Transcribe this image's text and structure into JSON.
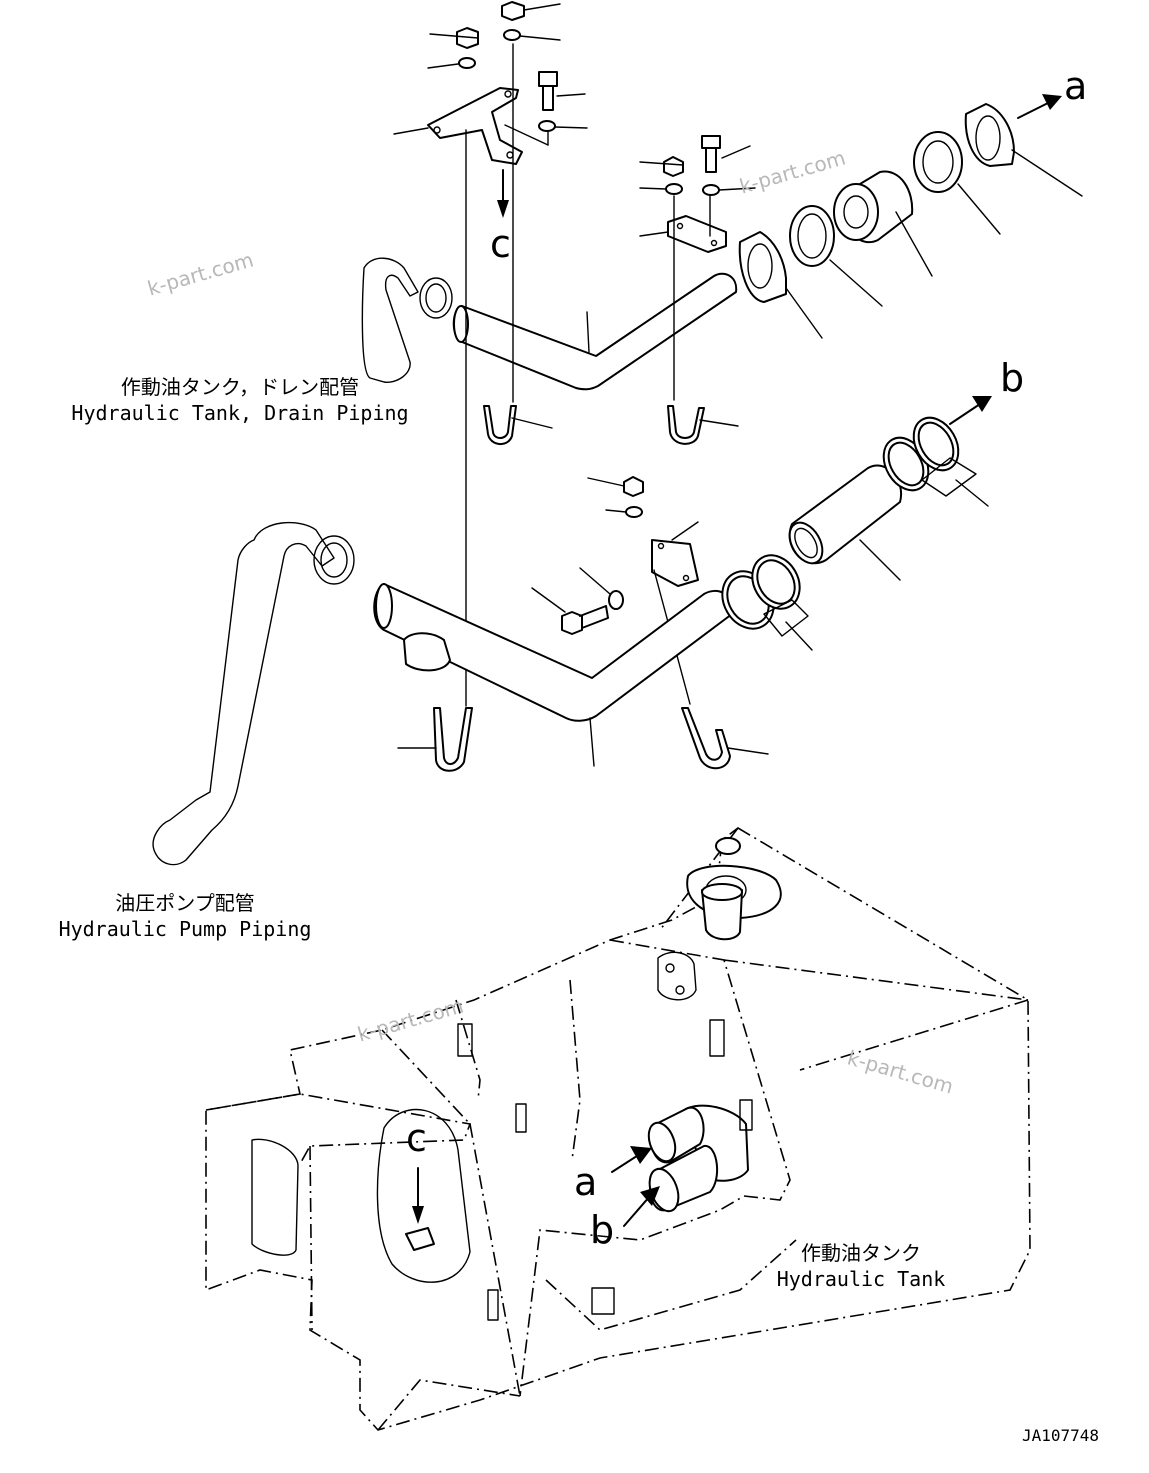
{
  "labels": {
    "drain_jp": "作動油タンク，ドレン配管",
    "drain_en": "Hydraulic Tank, Drain Piping",
    "pump_jp": "油圧ポンプ配管",
    "pump_en": "Hydraulic Pump Piping",
    "tank_jp": "作動油タンク",
    "tank_en": "Hydraulic Tank"
  },
  "callouts": {
    "a_top": "a",
    "b_top": "b",
    "c_top": "c",
    "a_tank": "a",
    "b_tank": "b",
    "c_tank": "c"
  },
  "watermarks": [
    "k-part.com",
    "k-part.com",
    "k-part.com",
    "k-part.com"
  ],
  "drawing_code": "JA107748"
}
